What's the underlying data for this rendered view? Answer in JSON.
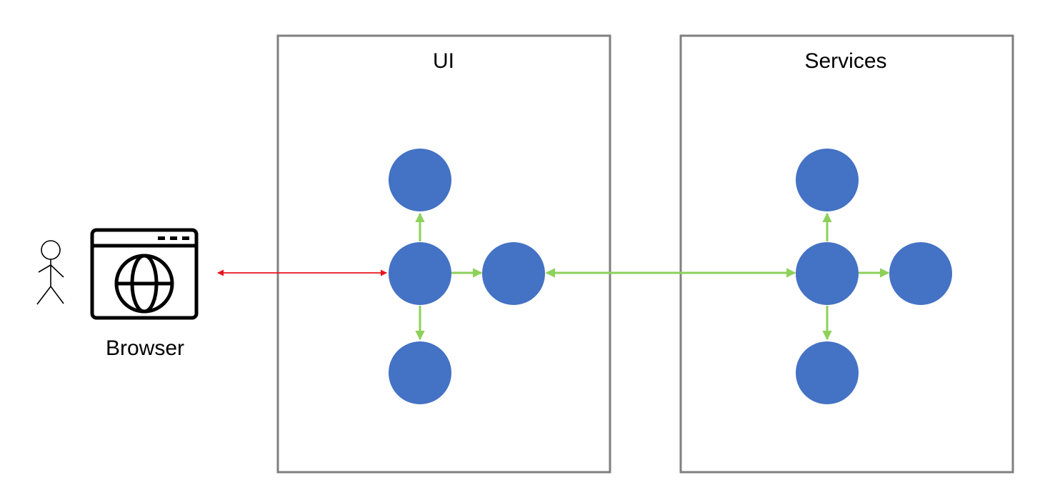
{
  "diagram": {
    "browser": {
      "label": "Browser"
    },
    "containers": {
      "ui": {
        "title": "UI"
      },
      "services": {
        "title": "Services"
      }
    }
  },
  "colors": {
    "node": "#4472C4",
    "link": "#8DD15A",
    "client_link": "#E8141C",
    "container_border": "#7F7F7F",
    "icon": "#000000"
  },
  "icons": [
    "person-icon",
    "browser-window-icon",
    "globe-icon"
  ]
}
